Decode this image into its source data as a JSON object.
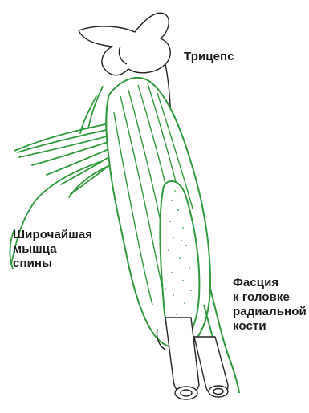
{
  "labels": {
    "triceps": [
      "Трицепс"
    ],
    "latissimus": [
      "Широчайшая",
      "мышца",
      "спины"
    ],
    "fascia": [
      "Фасция",
      "к головке",
      "радиальной",
      "кости"
    ]
  },
  "colors": {
    "muscle": "#2f9a3c",
    "outline": "#222222",
    "fill": "#ffffff",
    "text": "#1a1a1a"
  }
}
